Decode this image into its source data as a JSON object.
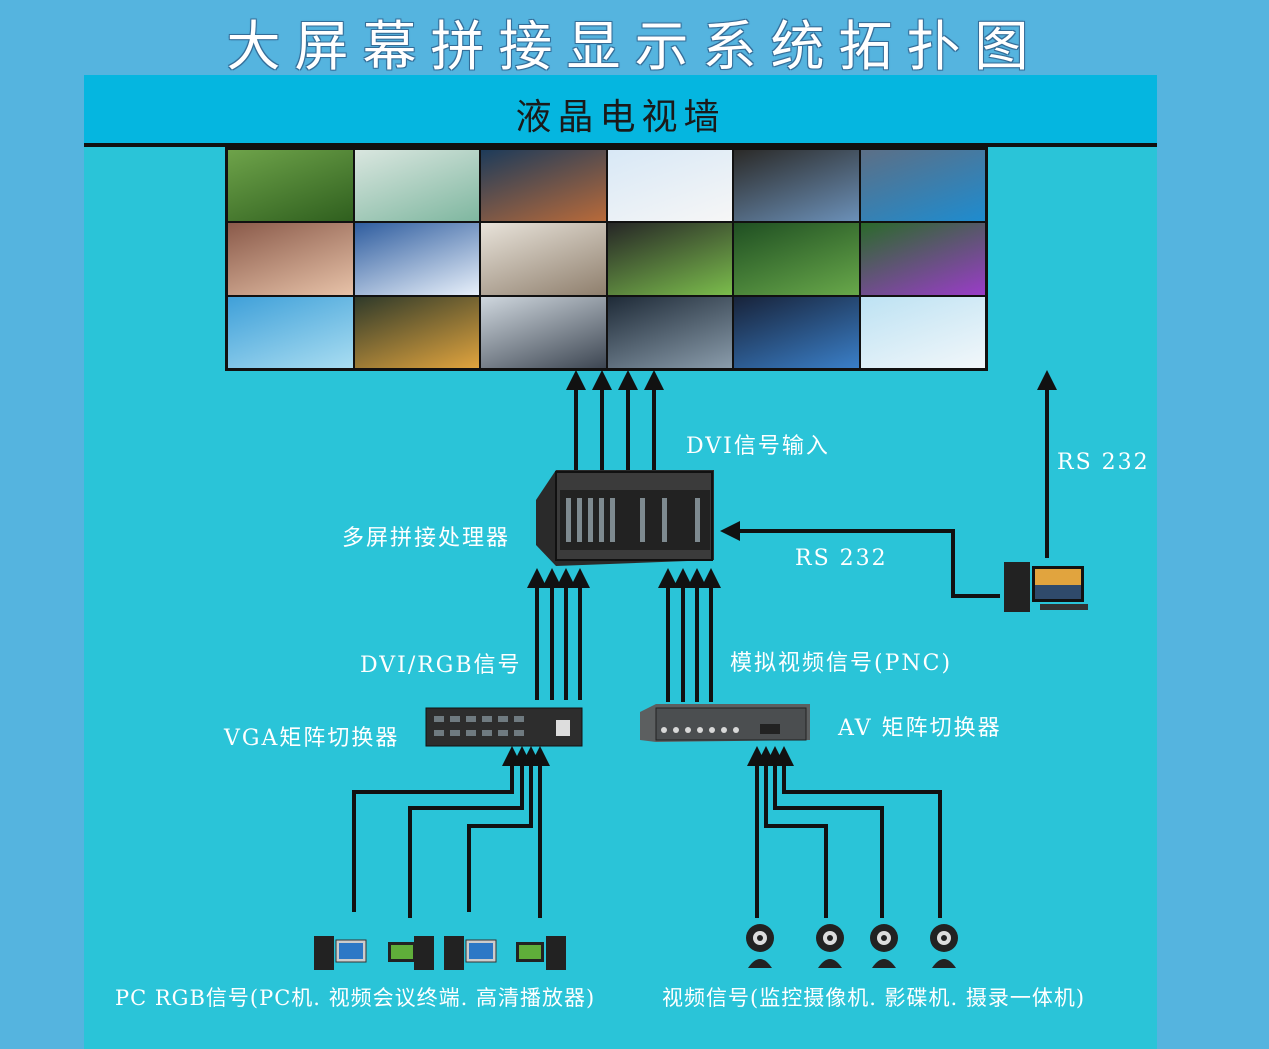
{
  "title": "大屏幕拼接显示系统拓扑图",
  "wall": {
    "title": "液晶电视墙",
    "tiles": [
      {
        "name": "horse",
        "colors": [
          "#6ea34a",
          "#2f5f1e"
        ]
      },
      {
        "name": "architecture",
        "colors": [
          "#d9e6df",
          "#7fb7a0"
        ]
      },
      {
        "name": "stadium-screen",
        "colors": [
          "#1d3b5a",
          "#b86a3a"
        ]
      },
      {
        "name": "white-dog",
        "colors": [
          "#d8e8f6",
          "#f6f6f6"
        ]
      },
      {
        "name": "control-room",
        "colors": [
          "#2b2a28",
          "#6b90b8"
        ]
      },
      {
        "name": "video-wall-room",
        "colors": [
          "#5c6f86",
          "#1e8ccf"
        ]
      },
      {
        "name": "woman-portrait",
        "colors": [
          "#8a5a4a",
          "#e7c2a8"
        ]
      },
      {
        "name": "snow-trees",
        "colors": [
          "#2f5d9f",
          "#e8f0fa"
        ]
      },
      {
        "name": "gallery-wall",
        "colors": [
          "#e8e3da",
          "#8f7f6d"
        ]
      },
      {
        "name": "wall-landscape",
        "colors": [
          "#262626",
          "#7bbd4c"
        ]
      },
      {
        "name": "green-plants",
        "colors": [
          "#1f4f22",
          "#68a84a"
        ]
      },
      {
        "name": "purple-flowers",
        "colors": [
          "#2a6a2a",
          "#9a3cc8"
        ]
      },
      {
        "name": "dolphins",
        "colors": [
          "#3fa0d9",
          "#a9ddf1"
        ]
      },
      {
        "name": "sunset-house",
        "colors": [
          "#2f3a2a",
          "#e1a43e"
        ]
      },
      {
        "name": "display-room",
        "colors": [
          "#cfd7de",
          "#3d4652"
        ]
      },
      {
        "name": "eagle",
        "colors": [
          "#1f2b38",
          "#8a9cab"
        ]
      },
      {
        "name": "monitor-room",
        "colors": [
          "#18233a",
          "#3a7fc8"
        ]
      },
      {
        "name": "display-hall",
        "colors": [
          "#bde2f3",
          "#f2f7fa"
        ]
      }
    ]
  },
  "labels": {
    "dvi_input": "DVI信号输入",
    "rs232_right": "RS 232",
    "rs232_mid": "RS 232",
    "processor": "多屏拼接处理器",
    "dvi_rgb": "DVI/RGB信号",
    "analog_video": "模拟视频信号(PNC)",
    "vga_switcher": "VGA矩阵切换器",
    "av_switcher": "AV 矩阵切换器",
    "pc_sources": "PC RGB信号(PC机. 视频会议终端. 高清播放器)",
    "video_sources": "视频信号(监控摄像机. 影碟机. 摄录一体机)"
  },
  "colors": {
    "background": "#55b4df",
    "panel": "#2ac4d8",
    "band": "#05b6e0",
    "wire": "#111111"
  }
}
